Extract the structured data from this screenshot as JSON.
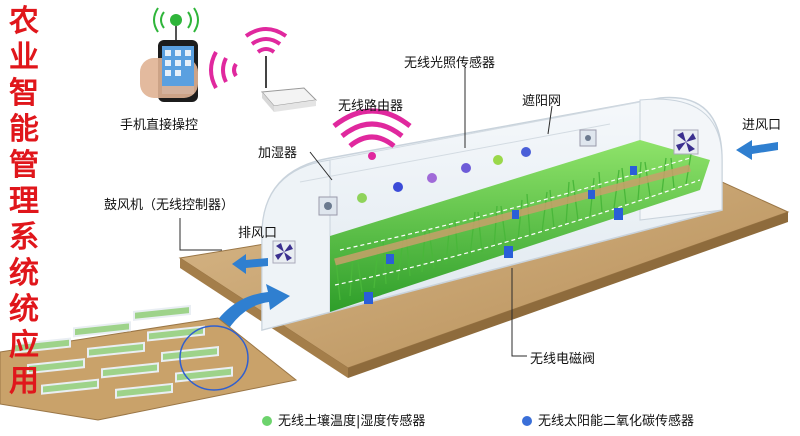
{
  "title": "农业智能管理系统统应用",
  "labels": {
    "phone": "手机直接操控",
    "router": "无线路由器",
    "light_sensor": "无线光照传感器",
    "shade_net": "遮阳网",
    "humidifier": "加湿器",
    "air_inlet": "进风口",
    "blower": "鼓风机（无线控制器）",
    "exhaust": "排风口",
    "valve": "无线电磁阀"
  },
  "legend": [
    {
      "label": "无线土壤温度|湿度传感器",
      "color": "#6cd36c"
    },
    {
      "label": "无线太阳能二氧化碳传感器",
      "color": "#3a6fd8"
    }
  ],
  "colors": {
    "title": "#e0161b",
    "wifi": "#e0289e",
    "arrow": "#2f7fd0",
    "soil": "#c8a574",
    "grass": "#4cc43a",
    "fan": "#3b2f8f"
  }
}
